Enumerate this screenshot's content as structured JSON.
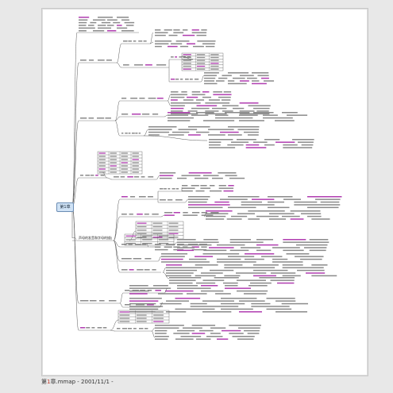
{
  "mindmap": {
    "root_label": "第1章",
    "sub_label": "一、声母的发音和字母的描述"
  },
  "footer": {
    "prefix": "第",
    "mark": "1",
    "suffix": "章.mmap - 2001/11/1 -"
  },
  "colors": {
    "line": "#555555",
    "text_block": "#8a8a8a",
    "highlight": "#b03db0",
    "root_fill": "#cfe2f5",
    "root_border": "#6b8db4"
  }
}
